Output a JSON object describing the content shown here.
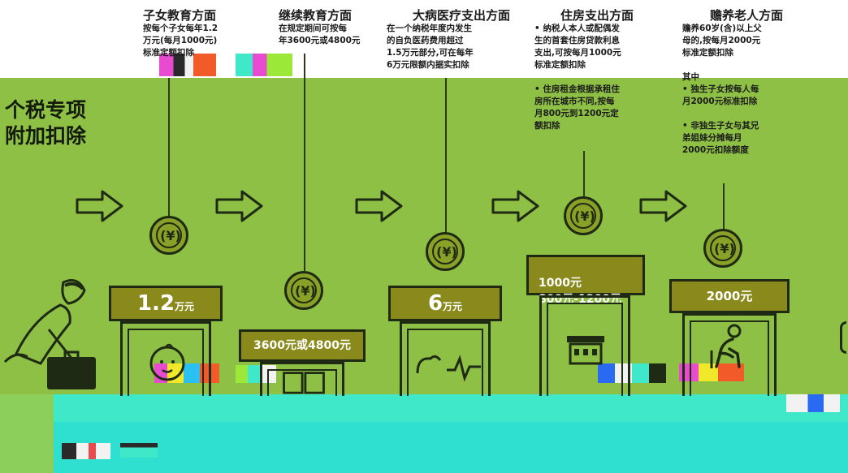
{
  "main_title": "个税专项\n附加扣除",
  "columns": [
    {
      "heading": "子女教育方面",
      "desc": "按每个子女每年1.2\n万元(每月1000元)\n标准定额扣除",
      "sign_value": "1.2",
      "sign_unit": "万元",
      "icon": "baby-face-icon"
    },
    {
      "heading": "继续教育方面",
      "desc": "在规定期间可按每\n年3600元或4800元",
      "sign_value": "3600元或4800元",
      "sign_unit": "",
      "icon": "open-book-icon"
    },
    {
      "heading": "大病医疗支出方面",
      "desc": "在一个纳税年度内发生\n的自负医药费用超过\n1.5万元部分,可在每年\n6万元限额内据实扣除",
      "sign_value": "6",
      "sign_unit": "万元",
      "icon": "heartbeat-icon"
    },
    {
      "heading": "住房支出方面",
      "desc": "• 纳税人本人或配偶发\n生的首套住房贷款利息\n支出,可按每月1000元\n标准定额扣除\n\n• 住房租金根据承租住\n房所在城市不同,按每\n月800元到1200元定\n额扣除",
      "sign_value": "1000元\n800元-1200元",
      "sign_unit": "",
      "icon": "house-icon"
    },
    {
      "heading": "赡养老人方面",
      "desc": "赡养60岁(含)以上父\n母的,按每月2000元\n标准定额扣除\n\n其中\n• 独生子女按每人每\n月2000元标准扣除\n\n• 非独生子女与其兄\n弟姐妹分摊每月\n2000元扣除额度",
      "sign_value": "2000元",
      "sign_unit": "",
      "icon": "elderly-person-icon"
    }
  ],
  "coin_symbol": "(¥)",
  "colors": {
    "background_green": "#8dc044",
    "sign_olive": "#8a8a1c",
    "outline_dark": "#1f2a14",
    "glitch_cyan": "#3ee8c8"
  }
}
